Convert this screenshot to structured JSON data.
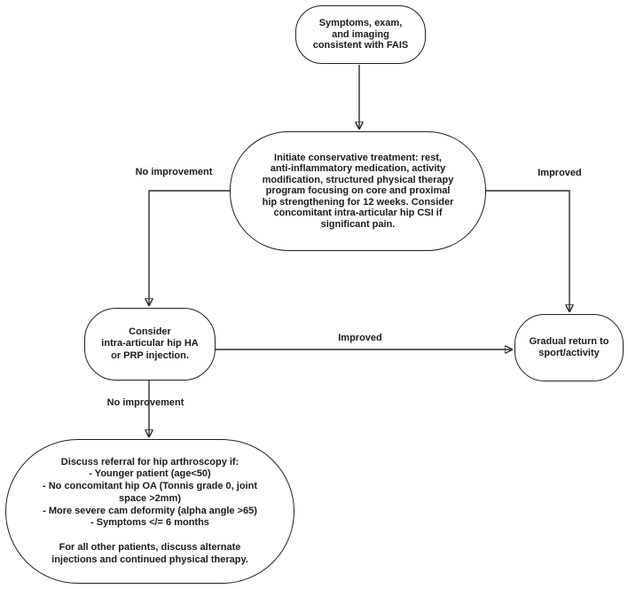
{
  "diagram": {
    "title_semantic": "FAIS treatment decision flowchart",
    "colors": {
      "background": "#ffffff",
      "node_border": "#1f1f1f",
      "edge_stroke": "#2a2a2a",
      "text": "#1a1a1a"
    },
    "nodes": {
      "start": {
        "text": "Symptoms, exam,\nand imaging\nconsistent with FAIS"
      },
      "conservative": {
        "text": "Initiate conservative treatment: rest,\nanti-inflammatory medication, activity\nmodification, structured physical therapy\nprogram focusing on core and proximal\nhip strengthening for 12 weeks. Consider\nconcomitant intra-articular hip CSI if\nsignificant pain."
      },
      "injection": {
        "text": "Consider\nintra-articular hip HA\nor PRP injection."
      },
      "return_to_sport": {
        "text": "Gradual return to\nsport/activity"
      },
      "arthroscopy": {
        "text": "Discuss referral for hip arthroscopy if:\n- Younger patient (age<50)\n- No concomitant hip OA (Tonnis grade 0, joint\nspace >2mm)\n- More severe cam deformity (alpha angle >65)\n- Symptoms </= 6 months\n\nFor all other patients, discuss alternate\ninjections and continued physical therapy."
      }
    },
    "edge_labels": {
      "no_improvement_left": "No improvement",
      "improved_right": "Improved",
      "improved_mid": "Improved",
      "no_improvement_lower": "No improvement"
    },
    "edges": [
      {
        "from": "start",
        "to": "conservative",
        "label": ""
      },
      {
        "from": "conservative",
        "to": "injection",
        "label": "No improvement"
      },
      {
        "from": "conservative",
        "to": "return_to_sport",
        "label": "Improved"
      },
      {
        "from": "injection",
        "to": "return_to_sport",
        "label": "Improved"
      },
      {
        "from": "injection",
        "to": "arthroscopy",
        "label": "No improvement"
      }
    ]
  }
}
